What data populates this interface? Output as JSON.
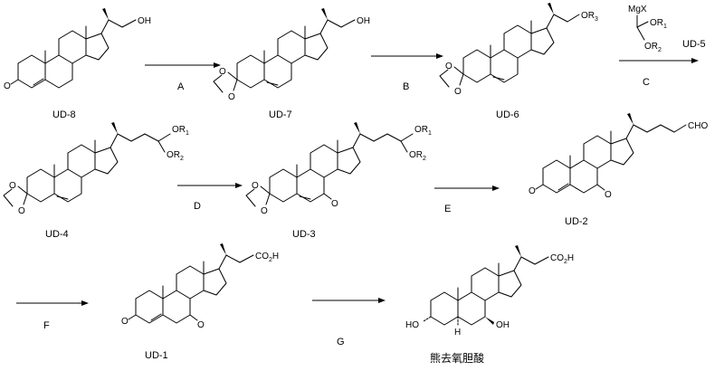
{
  "compounds": {
    "ud8": "UD-8",
    "ud7": "UD-7",
    "ud6": "UD-6",
    "ud5": "UD-5",
    "ud4": "UD-4",
    "ud3": "UD-3",
    "ud2": "UD-2",
    "ud1": "UD-1",
    "product": "熊去氧胆酸"
  },
  "steps": {
    "a": "A",
    "b": "B",
    "c": "C",
    "d": "D",
    "e": "E",
    "f": "F",
    "g": "G"
  },
  "atoms": {
    "o": "O",
    "oh": "OH",
    "ho": "HO",
    "h": "H",
    "cho": "CHO",
    "co2h": "CO",
    "co2h_sub": "2",
    "co2h_h": "H",
    "or": "OR",
    "sub1": "1",
    "sub2": "2",
    "sub3": "3",
    "mgx": "MgX"
  }
}
